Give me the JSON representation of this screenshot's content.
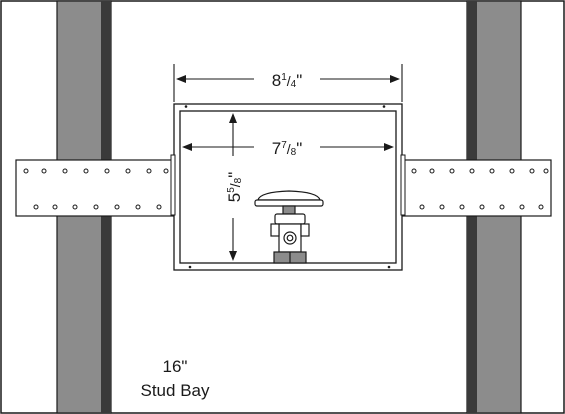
{
  "dimensions": {
    "outer_width": {
      "whole": "8",
      "num": "1",
      "den": "4",
      "unit": "\""
    },
    "inner_width": {
      "whole": "7",
      "num": "7",
      "den": "8",
      "unit": "\""
    },
    "height": {
      "whole": "5",
      "num": "5",
      "den": "8",
      "unit": "\""
    }
  },
  "stud_bay": {
    "size": "16\"",
    "label": "Stud Bay"
  },
  "colors": {
    "stud_fill": "#8c8c8c",
    "stud_shadow": "#3a3a3a",
    "line": "#1a1a1a",
    "background": "#ffffff"
  }
}
